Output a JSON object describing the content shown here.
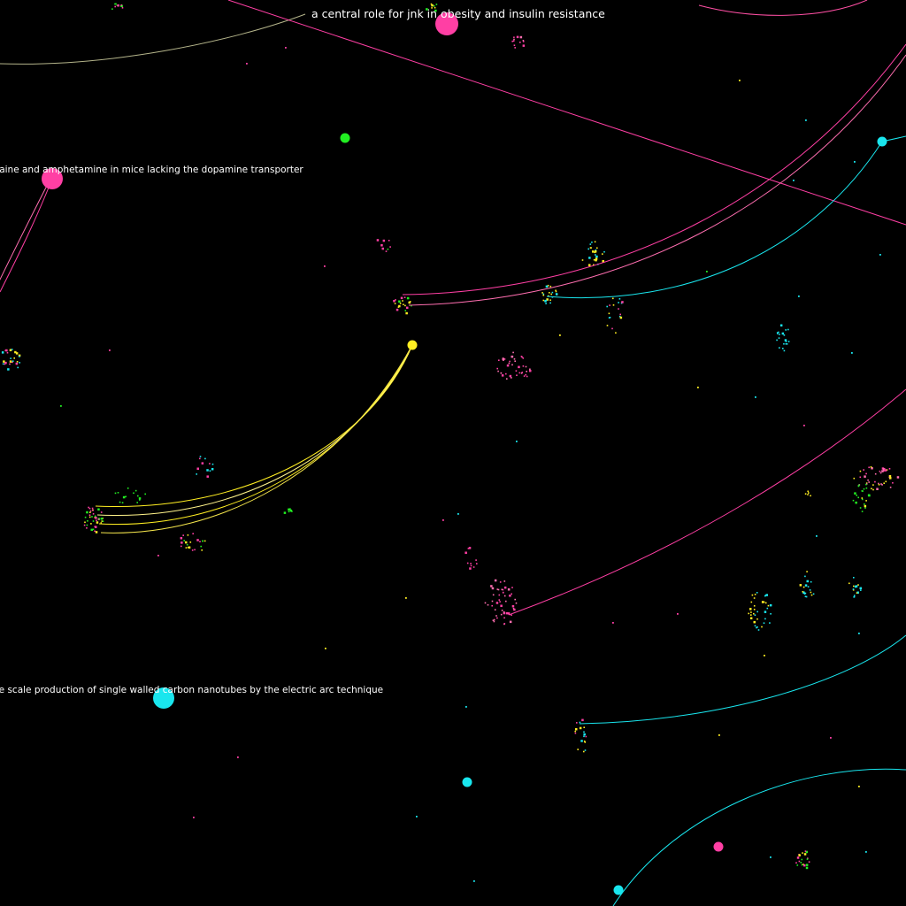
{
  "labels": {
    "jnk": "a central role for jnk in obesity and insulin resistance",
    "dopamine": "ocaine and amphetamine in mice lacking the dopamine transporter",
    "nanotubes": "ge scale production of single walled carbon nanotubes by the electric arc technique"
  },
  "colors": {
    "background": "#000000",
    "magenta": "#ff3fa4",
    "pink_light": "#ff6eb0",
    "cyan": "#19e6ee",
    "yellow": "#ffee22",
    "green": "#22ee22",
    "olive": "#c8c890",
    "label_text": "#ffffff"
  }
}
